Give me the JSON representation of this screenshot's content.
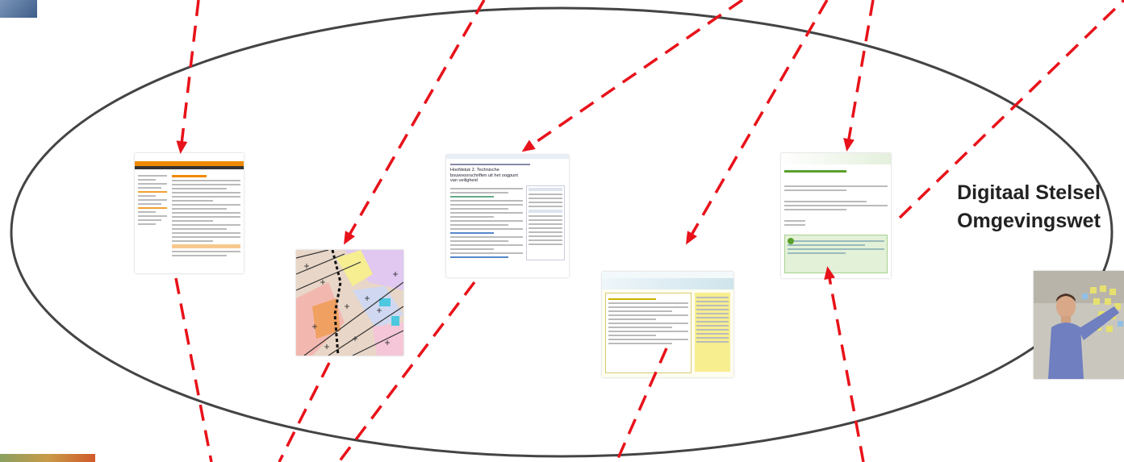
{
  "title": {
    "line1": "Digitaal Stelsel",
    "line2": "Omgevingswet"
  },
  "screens": [
    {
      "name": "regulation-website-screenshot",
      "header_color": "#f08a00"
    },
    {
      "name": "zoning-map-fragment"
    },
    {
      "name": "building-code-screenshot",
      "heading": "Hoofdstuk 2. Technische bouwvoorschriften uit het oogpunt van veiligheid"
    },
    {
      "name": "permit-check-screenshot",
      "accent_color": "#c8b400"
    },
    {
      "name": "quick-scan-screenshot",
      "accent_color": "#5aa02c"
    }
  ],
  "colors": {
    "arrow": "#e8121a",
    "ellipse": "#444444"
  }
}
